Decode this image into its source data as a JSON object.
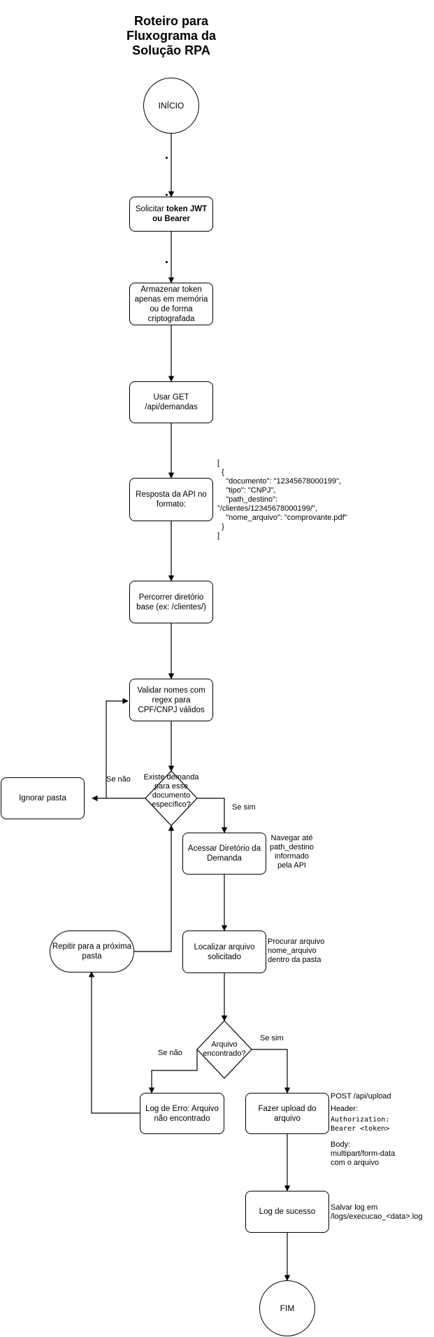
{
  "title": "Roteiro para Fluxograma da Solução RPA",
  "nodes": {
    "inicio": "INÍCIO",
    "solicitar_prefix": "Solicitar ",
    "solicitar_bold": "token JWT ou Bearer",
    "armazenar": "Armazenar token apenas em memória ou de forma criptografada",
    "usar_get": "Usar GET /api/demandas",
    "resposta": "Resposta da API no formato:",
    "percorrer": "Percorrer diretório base (ex: /clientes/)",
    "validar": "Validar nomes com regex para CPF/CNPJ válidos",
    "existe": "Existe demanda para esse documento específico?",
    "ignorar": "Ignorar pasta",
    "acessar": "Acessar Diretório da Demanda",
    "localizar": "Localizar arquivo solicitado",
    "encontrado": "Arquivo encontrado?",
    "repetir": "Repitir para a próxima pasta",
    "log_erro": "Log de Erro: Arquivo não encontrado",
    "upload": "Fazer upload do arquivo",
    "log_sucesso": "Log de sucesso",
    "fim": "FIM"
  },
  "notes": {
    "json_example": "[\n  {\n    \"documento\": \"12345678000199\",\n    \"tipo\": \"CNPJ\",\n    \"path_destino\":\n\"/clientes/12345678000199/\",\n    \"nome_arquivo\": \"comprovante.pdf\"\n  }\n]",
    "navegar": "Navegar até\npath_destino\ninformado\npela API",
    "procurar": "Procurar arquivo\nnome_arquivo\ndentro da pasta",
    "post": "POST /api/upload",
    "header": "Header:",
    "authorization": "Authorization:\nBearer <token>",
    "body": "Body:\nmultipart/form-data\ncom o arquivo",
    "salvar": "Salvar log em\n/logs/execucao_<data>.log"
  },
  "edge_labels": {
    "se_nao_1": "Se não",
    "se_sim_1": "Se sim",
    "se_nao_2": "Se não",
    "se_sim_2": "Se sim"
  }
}
